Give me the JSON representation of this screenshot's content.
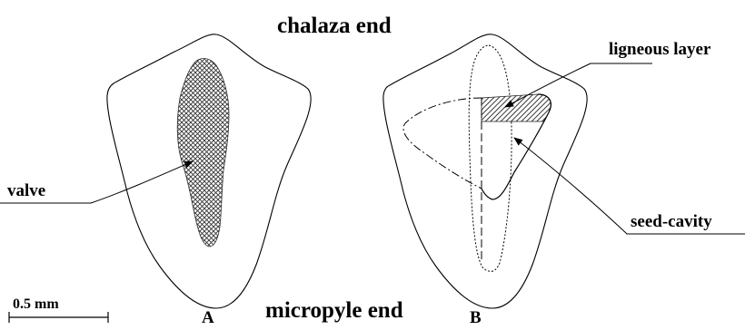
{
  "labels": {
    "top": "chalaza end",
    "bottom": "micropyle end",
    "valve": "valve",
    "ligneous": "ligneous layer",
    "seed_cavity": "seed-cavity",
    "panel_a": "A",
    "panel_b": "B",
    "scale": "0.5 mm"
  }
}
